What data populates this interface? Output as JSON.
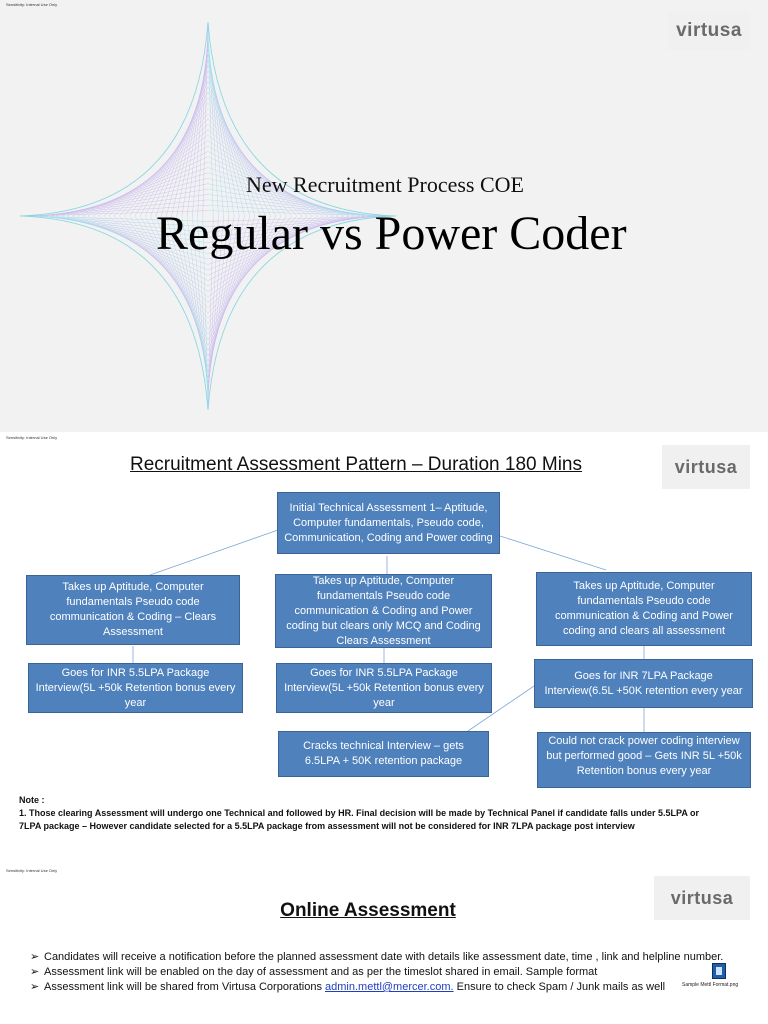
{
  "sensitivity": "Sensitivity: Internal Use Only",
  "logo": "virtusa",
  "slide1": {
    "subtitle": "New Recruitment Process COE",
    "title": "Regular vs Power Coder"
  },
  "slide2": {
    "heading": "Recruitment Assessment Pattern – Duration 180 Mins",
    "boxes": {
      "initial": "Initial Technical Assessment  1– Aptitude, Computer fundamentals, Pseudo code, Communication, Coding and Power coding",
      "left": "Takes up Aptitude, Computer fundamentals Pseudo code communication & Coding – Clears Assessment",
      "middle": "Takes up Aptitude, Computer fundamentals Pseudo code communication & Coding and Power coding but clears only MCQ and Coding Clears Assessment",
      "right": "Takes up Aptitude, Computer fundamentals Pseudo code communication & Coding and Power coding and clears all assessment",
      "left_package": "Goes for INR 5.5LPA Package Interview(5L +50k Retention bonus every year",
      "middle_package": "Goes for INR 5.5LPA Package Interview(5L +50k Retention bonus every year",
      "right_package": "Goes for INR 7LPA Package Interview(6.5L +50K retention every year",
      "cracks": "Cracks technical Interview – gets 6.5LPA + 50K retention package",
      "could_not": "Could not crack power coding interview but performed good – Gets INR 5L +50k Retention bonus every year"
    },
    "note_label": "Note :",
    "note_text": "1. Those clearing Assessment will undergo one Technical and followed by HR. Final decision will be made by Technical Panel if candidate falls under 5.5LPA or 7LPA  package – However candidate selected for a 5.5LPA package from assessment will not be considered for INR 7LPA package post interview"
  },
  "slide3": {
    "heading": "Online Assessment ",
    "bullet_glyph": "➢",
    "bullets": [
      "Candidates will receive a notification before the planned assessment date with details like assessment date, time , link and helpline number.",
      "Assessment link will be enabled on the day of assessment and as per the timeslot shared in email. Sample format"
    ],
    "bullet3_pre": "Assessment link will be shared from Virtusa Corporations ",
    "bullet3_link": "admin.mettl@mercer.com.",
    "bullet3_post": "  Ensure to check Spam / Junk mails as well",
    "file_caption": "Sample Mettl Format.png"
  }
}
